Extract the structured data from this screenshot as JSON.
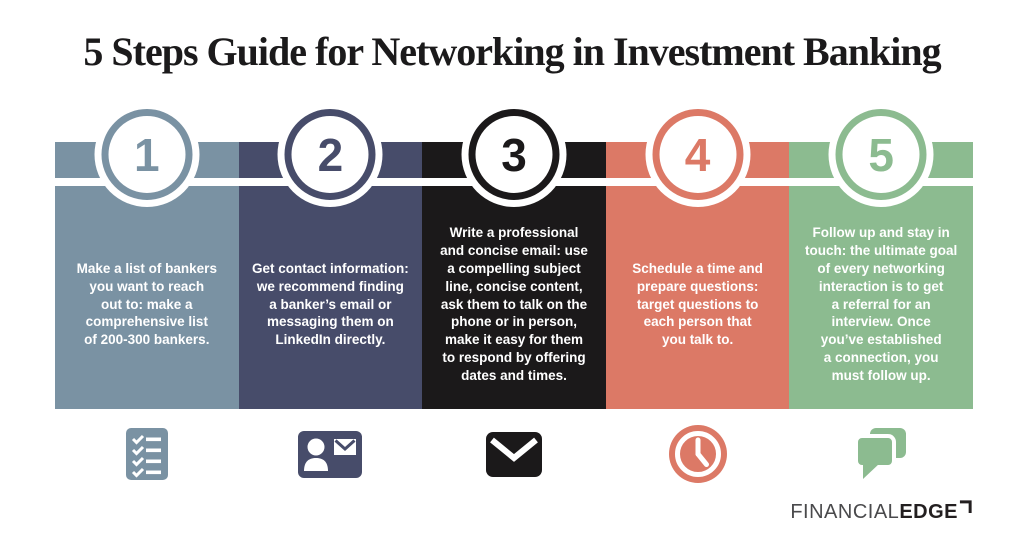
{
  "title": "5 Steps Guide for Networking in Investment Banking",
  "steps": [
    {
      "number": "1",
      "color": "#7A92A3",
      "icon": "checklist-icon",
      "lines": [
        "Make a list of bankers",
        "you want to reach",
        "out to: make a",
        "comprehensive list",
        "of 200-300 bankers."
      ]
    },
    {
      "number": "2",
      "color": "#474C6A",
      "icon": "contact-card-icon",
      "lines": [
        "Get contact information:",
        "we recommend finding",
        "a banker’s email or",
        "messaging them on",
        "LinkedIn directly."
      ]
    },
    {
      "number": "3",
      "color": "#1B191A",
      "icon": "email-envelope-icon",
      "lines": [
        "Write a professional",
        "and concise email: use",
        "a compelling subject",
        "line, concise content,",
        "ask them to talk on the",
        "phone or in person,",
        "make it easy for them",
        "to respond by offering",
        "dates and times."
      ]
    },
    {
      "number": "4",
      "color": "#DC7966",
      "icon": "clock-icon",
      "lines": [
        "Schedule a time and",
        "prepare questions:",
        "target questions to",
        "each person that",
        "you talk to."
      ]
    },
    {
      "number": "5",
      "color": "#8CBB90",
      "icon": "chat-bubbles-icon",
      "lines": [
        "Follow up and stay in",
        "touch: the ultimate goal",
        "of every networking",
        "interaction is to get",
        "a referral for an",
        "interview. Once",
        "you’ve established",
        "a connection, you",
        "must follow up."
      ]
    }
  ],
  "brand": {
    "financial": "FINANCIAL",
    "edge": "EDGE"
  },
  "colors": {
    "background": "#FFFFFF",
    "title_text": "#1B1A1B",
    "step_text": "#FFFFFF",
    "connector": "#FFFFFF",
    "logo_text": "#231F20"
  }
}
